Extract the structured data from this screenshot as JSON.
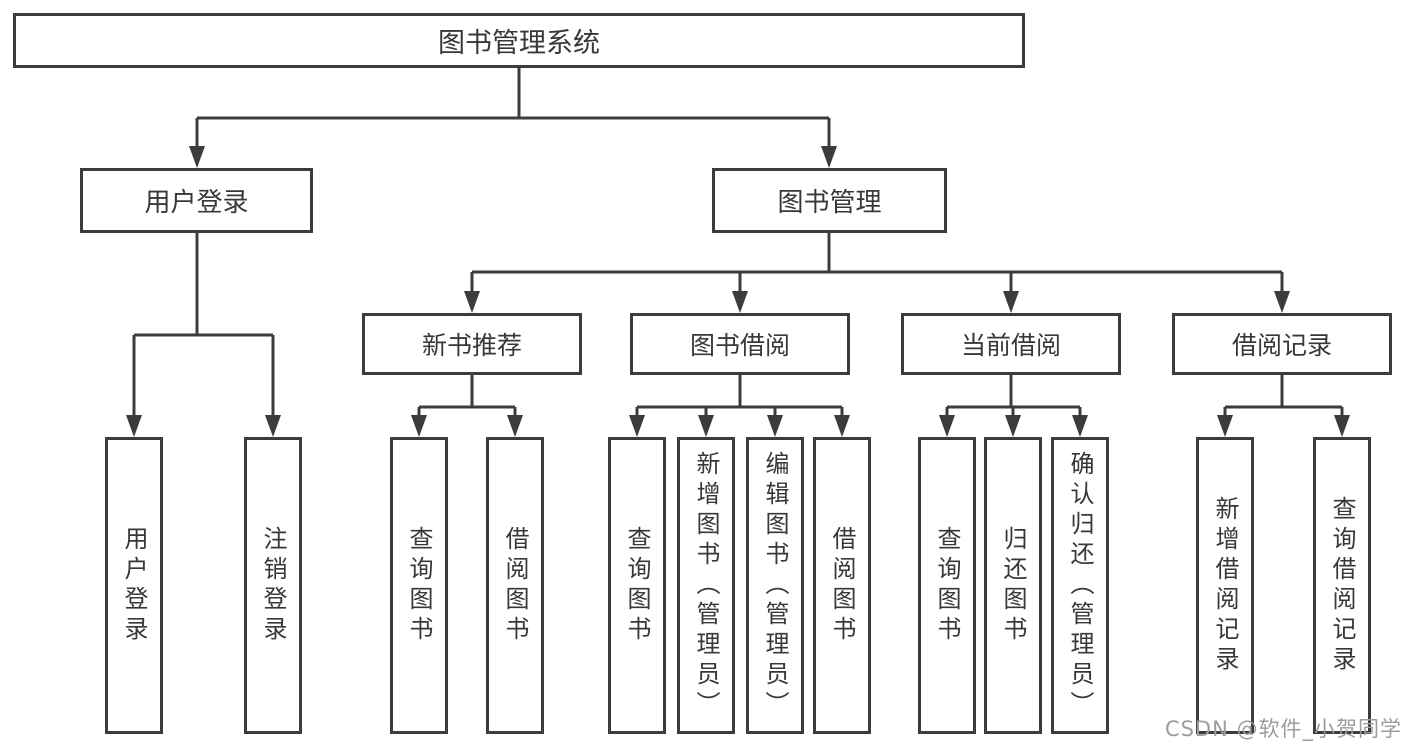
{
  "diagram": {
    "root": "图书管理系统",
    "branches": [
      {
        "label": "用户登录",
        "children": [
          "用户登录",
          "注销登录"
        ]
      },
      {
        "label": "图书管理",
        "groups": [
          {
            "label": "新书推荐",
            "children": [
              "查询图书",
              "借阅图书"
            ]
          },
          {
            "label": "图书借阅",
            "children": [
              "查询图书",
              "新增图书（管理员）",
              "编辑图书（管理员）",
              "借阅图书"
            ]
          },
          {
            "label": "当前借阅",
            "children": [
              "查询图书",
              "归还图书",
              "确认归还（管理员）"
            ]
          },
          {
            "label": "借阅记录",
            "children": [
              "新增借阅记录",
              "查询借阅记录"
            ]
          }
        ]
      }
    ]
  },
  "watermark": {
    "text": "CSDN @软件_小贺同学"
  },
  "colors": {
    "line": "#3c3c3c",
    "text": "#383838",
    "background": "#ffffff",
    "watermark": "#9c9c9c"
  }
}
